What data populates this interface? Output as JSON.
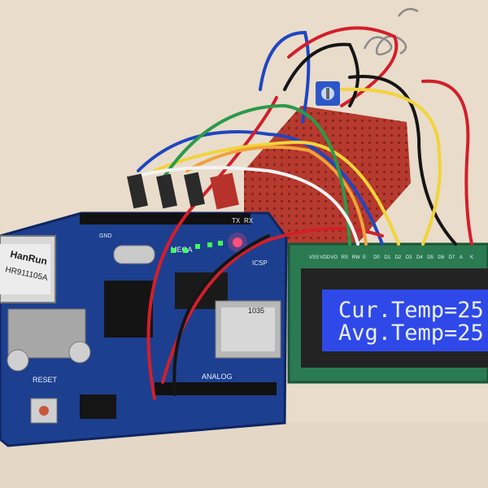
{
  "lcd": {
    "line1": "Cur.Temp=25",
    "line2": "Avg.Temp=25",
    "pin_labels": [
      "VSS",
      "VDD",
      "VO",
      "RS",
      "RW",
      "E",
      "D0",
      "D1",
      "D2",
      "D3",
      "D4",
      "D5",
      "D6",
      "D7",
      "A",
      "K"
    ]
  },
  "module": {
    "brand": "HanRun",
    "part": "HR911105A"
  },
  "board": {
    "reset_label": "RESET",
    "mega_label": "MEGA",
    "analog_label": "ANALOG",
    "icsp_label": "ICSP",
    "tx_label": "TX",
    "rx_label": "RX",
    "gnd_label": "GND",
    "sd_text": "1035"
  },
  "colors": {
    "table": "#e9dccb",
    "pcb": "#1d3f8f",
    "lcd_screen": "#2f48e8",
    "breadboard": "#b73a2f",
    "wire_red": "#d21f2a",
    "wire_blue": "#1f46c2",
    "wire_black": "#151515",
    "wire_yellow": "#f1d43a",
    "wire_orange": "#f0a23a",
    "wire_green": "#2a9a4a",
    "wire_white": "#f3f3f3"
  }
}
